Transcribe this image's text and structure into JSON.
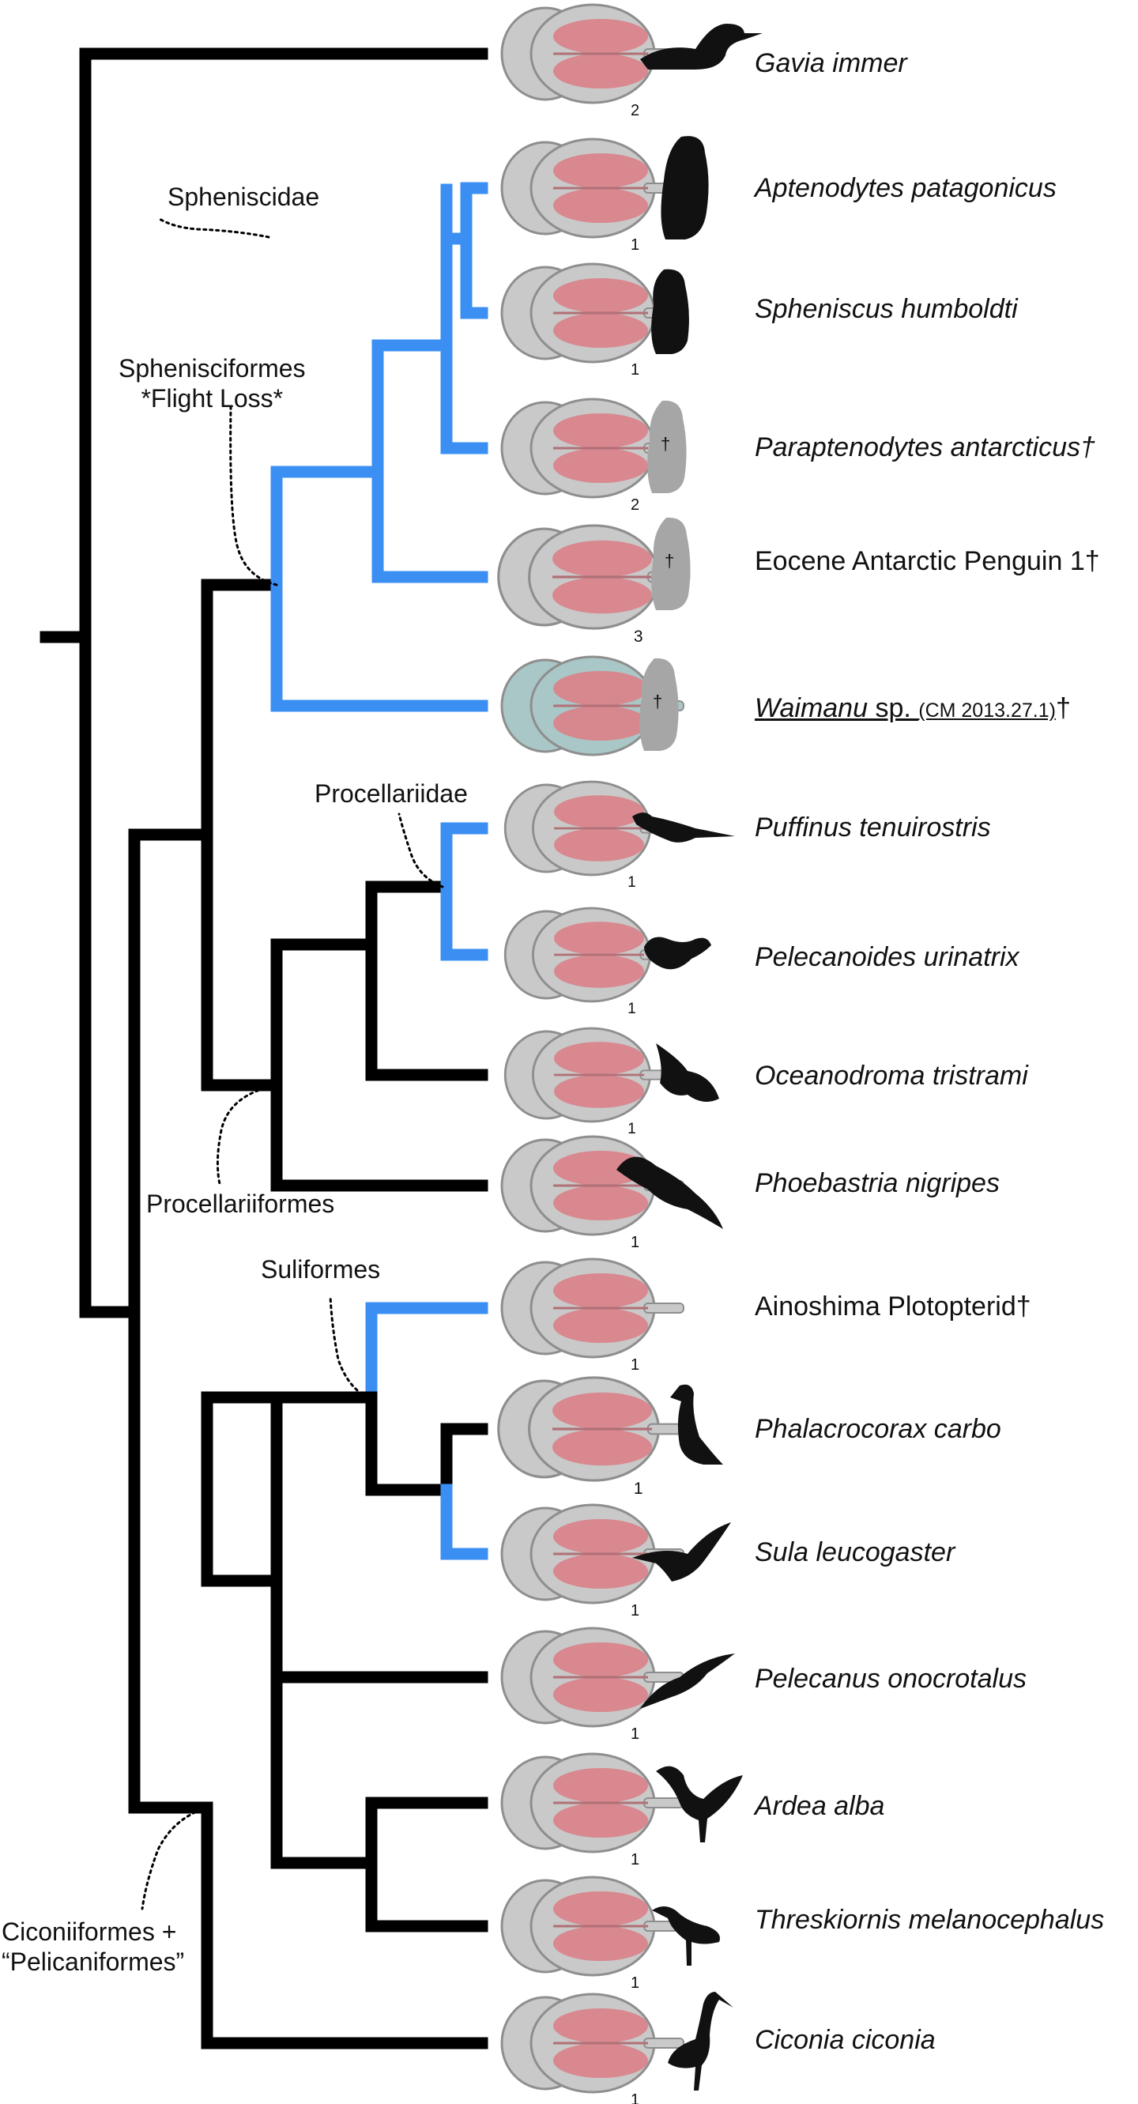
{
  "colors": {
    "branch": "#000000",
    "highlight": "#3b8ff3",
    "brain": "#c9c9c9",
    "brain_shadow": "#8e8e8e",
    "cerebrum": "#d9858b",
    "fossil_brain": "#a9c7c6",
    "silhouette": "#111111",
    "fossil_silhouette": "#a6a6a6"
  },
  "clades": {
    "spheniscidae": "Spheniscidae",
    "sphenisciformes": "Sphenisciformes",
    "flight_loss": "*Flight Loss*",
    "procellariidae": "Procellariidae",
    "procellariiformes": "Procellariiformes",
    "suliformes": "Suliformes",
    "ciconiiformes": "Ciconiiformes +",
    "pelicaniformes": "“Pelicaniformes”"
  },
  "taxa": [
    {
      "name": "Gavia immer",
      "italic": true,
      "specimen": "2",
      "icon": "loon-silhouette"
    },
    {
      "name": "Aptenodytes patagonicus",
      "italic": true,
      "specimen": "1",
      "icon": "king-penguin-silhouette"
    },
    {
      "name": "Spheniscus humboldti",
      "italic": true,
      "specimen": "1",
      "icon": "humboldt-penguin-silhouette"
    },
    {
      "name": "Paraptenodytes antarcticus†",
      "italic": true,
      "specimen": "2",
      "icon": "fossil-penguin-silhouette",
      "fossil_mark": "†"
    },
    {
      "name": "Eocene Antarctic Penguin 1†",
      "italic": false,
      "specimen": "3",
      "icon": "fossil-penguin-silhouette",
      "fossil_mark": "†"
    },
    {
      "name": "Waimanu",
      "suffix": " sp. ",
      "note": "(CM 2013.27.1)",
      "dagger": "†",
      "italic": true,
      "specimen": "",
      "icon": "fossil-penguin-silhouette",
      "fossil_mark": "†"
    },
    {
      "name": "Puffinus tenuirostris",
      "italic": true,
      "specimen": "1",
      "icon": "shearwater-silhouette"
    },
    {
      "name": "Pelecanoides urinatrix",
      "italic": true,
      "specimen": "1",
      "icon": "diving-petrel-silhouette"
    },
    {
      "name": "Oceanodroma tristrami",
      "italic": true,
      "specimen": "1",
      "icon": "storm-petrel-silhouette"
    },
    {
      "name": "Phoebastria nigripes",
      "italic": true,
      "specimen": "1",
      "icon": "albatross-silhouette"
    },
    {
      "name": "Ainoshima Plotopterid†",
      "italic": false,
      "specimen": "1",
      "icon": "none"
    },
    {
      "name": "Phalacrocorax carbo",
      "italic": true,
      "specimen": "1",
      "icon": "cormorant-silhouette"
    },
    {
      "name": "Sula leucogaster",
      "italic": true,
      "specimen": "1",
      "icon": "booby-silhouette"
    },
    {
      "name": "Pelecanus onocrotalus",
      "italic": true,
      "specimen": "1",
      "icon": "pelican-silhouette"
    },
    {
      "name": "Ardea alba",
      "italic": true,
      "specimen": "1",
      "icon": "egret-silhouette"
    },
    {
      "name": "Threskiornis melanocephalus",
      "italic": true,
      "specimen": "1",
      "icon": "ibis-silhouette"
    },
    {
      "name": "Ciconia ciconia",
      "italic": true,
      "specimen": "1",
      "icon": "stork-silhouette"
    }
  ]
}
